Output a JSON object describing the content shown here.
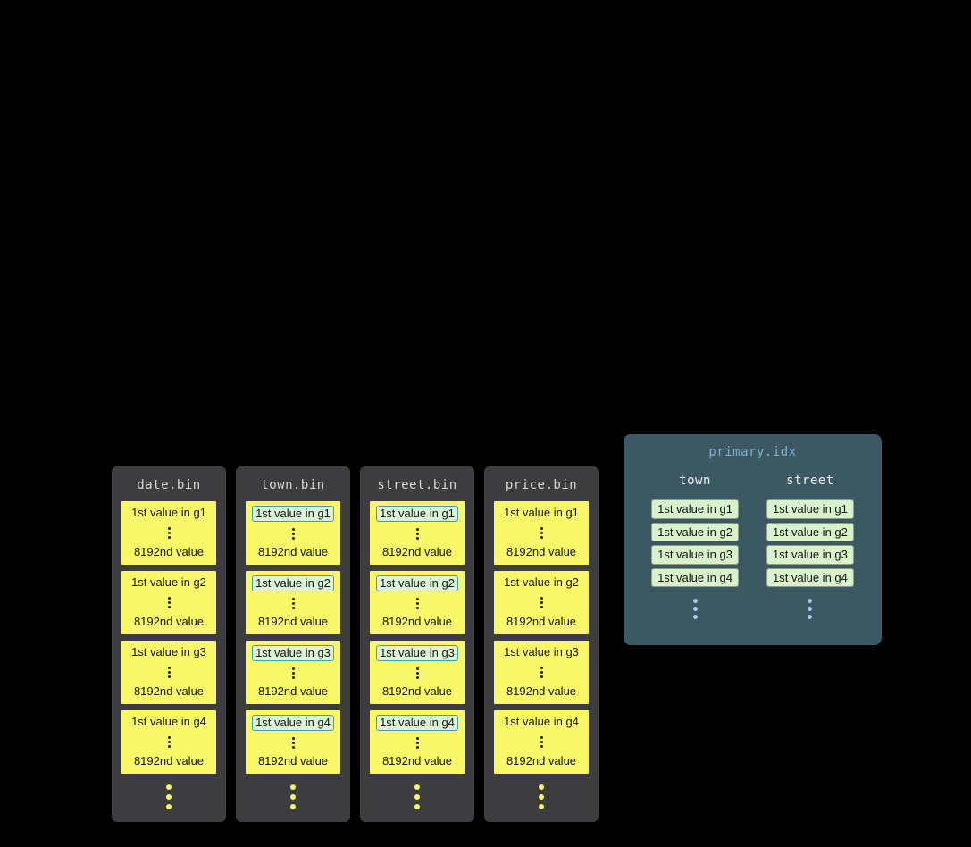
{
  "colors": {
    "background": "#000000",
    "bin_panel_bg": "#3d3d40",
    "bin_header_text": "#dcd8d2",
    "granule_bg": "#f8f868",
    "granule_text": "#141414",
    "highlight_bg": "#ddf3d6",
    "highlight_border": "#3da0a8",
    "index_panel_bg": "#3c5963",
    "index_title_text": "#7eaed4",
    "index_column_header_text": "#eaf0f2",
    "index_value_bg": "#d8f2cb",
    "index_value_border": "#8e9c88",
    "bin_dots": "#f8f868",
    "index_dots": "#a5c9e8"
  },
  "bins": [
    {
      "name": "date.bin",
      "granules": [
        {
          "first": "1st value in g1",
          "last": "8192nd value"
        },
        {
          "first": "1st value in g2",
          "last": "8192nd value"
        },
        {
          "first": "1st value in g3",
          "last": "8192nd value"
        },
        {
          "first": "1st value in g4",
          "last": "8192nd value"
        }
      ]
    },
    {
      "name": "town.bin",
      "granules": [
        {
          "first": "1st value in g1",
          "last": "8192nd value"
        },
        {
          "first": "1st value in g2",
          "last": "8192nd value"
        },
        {
          "first": "1st value in g3",
          "last": "8192nd value"
        },
        {
          "first": "1st value in g4",
          "last": "8192nd value"
        }
      ]
    },
    {
      "name": "street.bin",
      "granules": [
        {
          "first": "1st value in g1",
          "last": "8192nd value"
        },
        {
          "first": "1st value in g2",
          "last": "8192nd value"
        },
        {
          "first": "1st value in g3",
          "last": "8192nd value"
        },
        {
          "first": "1st value in g4",
          "last": "8192nd value"
        }
      ]
    },
    {
      "name": "price.bin",
      "granules": [
        {
          "first": "1st value in g1",
          "last": "8192nd value"
        },
        {
          "first": "1st value in g2",
          "last": "8192nd value"
        },
        {
          "first": "1st value in g3",
          "last": "8192nd value"
        },
        {
          "first": "1st value in g4",
          "last": "8192nd value"
        }
      ]
    }
  ],
  "index": {
    "title": "primary.idx",
    "columns": [
      {
        "name": "town",
        "values": [
          "1st value in g1",
          "1st value in g2",
          "1st value in g3",
          "1st value in g4"
        ]
      },
      {
        "name": "street",
        "values": [
          "1st value in g1",
          "1st value in g2",
          "1st value in g3",
          "1st value in g4"
        ]
      }
    ]
  }
}
